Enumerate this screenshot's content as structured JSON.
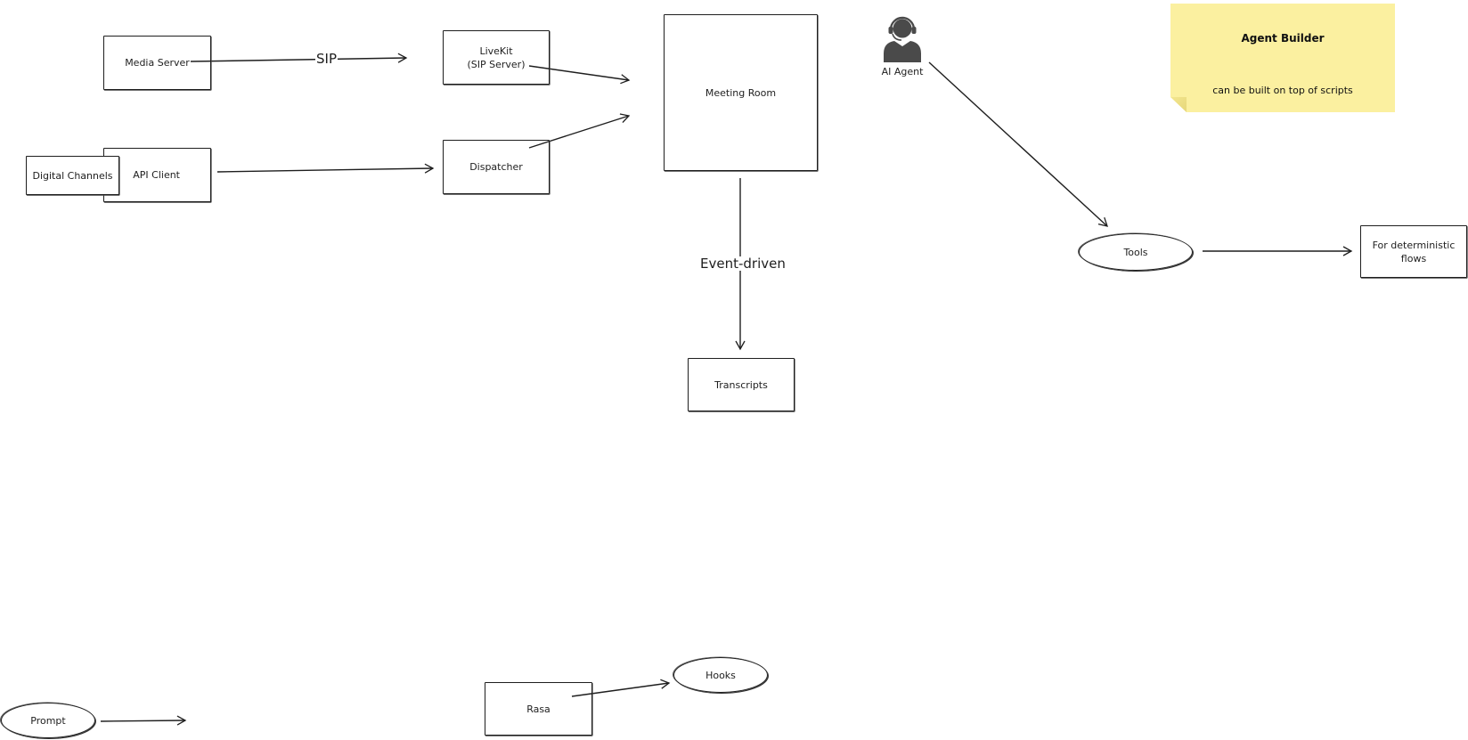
{
  "diagram": {
    "nodes": {
      "media_server": {
        "label": "Media Server",
        "shape": "rectangle"
      },
      "livekit": {
        "label": "LiveKit\n(SIP Server)",
        "shape": "rectangle"
      },
      "digital_channels": {
        "label": "Digital Channels",
        "shape": "rectangle"
      },
      "api_client": {
        "label": "API Client",
        "shape": "rectangle"
      },
      "dispatcher": {
        "label": "Dispatcher",
        "shape": "rectangle"
      },
      "meeting_room": {
        "label": "Meeting Room",
        "shape": "rectangle"
      },
      "transcripts": {
        "label": "Transcripts",
        "shape": "rectangle"
      },
      "ai_agent": {
        "label": "AI Agent",
        "shape": "person-headset-icon"
      },
      "tools": {
        "label": "Tools",
        "shape": "ellipse"
      },
      "deterministic_flows": {
        "label": "For deterministic\nflows",
        "shape": "rectangle"
      },
      "prompt": {
        "label": "Prompt",
        "shape": "ellipse"
      },
      "rasa": {
        "label": "Rasa",
        "shape": "rectangle"
      },
      "hooks": {
        "label": "Hooks",
        "shape": "ellipse"
      }
    },
    "edges": [
      {
        "from": "media_server",
        "to": "livekit",
        "label": "SIP"
      },
      {
        "from": "api_client",
        "to": "dispatcher",
        "label": ""
      },
      {
        "from": "livekit",
        "to": "meeting_room",
        "label": ""
      },
      {
        "from": "dispatcher",
        "to": "meeting_room",
        "label": ""
      },
      {
        "from": "meeting_room",
        "to": "transcripts",
        "label": "Event-driven"
      },
      {
        "from": "ai_agent",
        "to": "tools",
        "label": ""
      },
      {
        "from": "tools",
        "to": "deterministic_flows",
        "label": ""
      },
      {
        "from": "prompt",
        "to": null,
        "label": ""
      },
      {
        "from": "rasa",
        "to": "hooks",
        "label": ""
      }
    ],
    "sticky_note": {
      "title": "Agent Builder",
      "body": "can be built on top of scripts",
      "color": "#fbf0a0"
    },
    "colors": {
      "stroke": "#1e1e1e",
      "background": "#ffffff",
      "icon_fill": "#4a4a4a"
    }
  }
}
